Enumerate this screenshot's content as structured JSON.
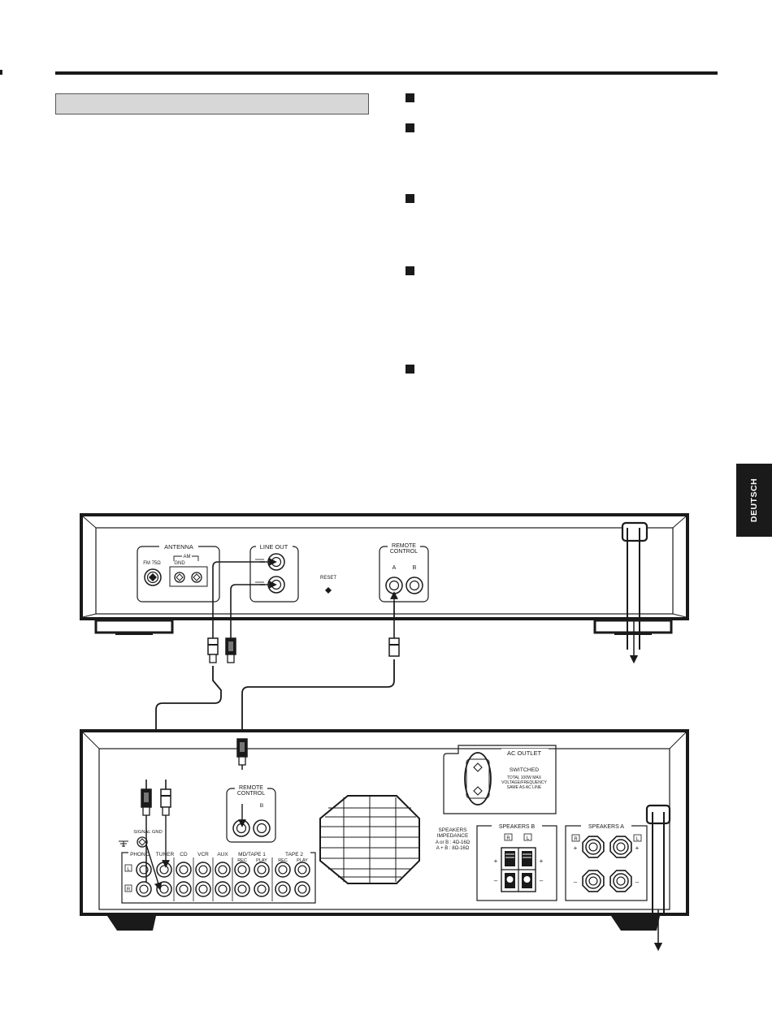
{
  "side_tab": {
    "label": "DEUTSCH"
  },
  "tuner": {
    "antenna_title": "ANTENNA",
    "fm_label": "FM 75Ω",
    "am_label": "AM",
    "gnd_label": "GND",
    "line_out_title": "LINE OUT",
    "reset_label": "RESET",
    "remote_title_1": "REMOTE",
    "remote_title_2": "CONTROL",
    "remote_a": "A",
    "remote_b": "B"
  },
  "amplifier": {
    "ac_outlet_title": "AC OUTLET",
    "ac_switched": "SWITCHED",
    "ac_line1": "TOTAL 100W MAX",
    "ac_line2": "VOLTAGE/FREQUENCY",
    "ac_line3": "SAME AS AC LINE",
    "remote_title_1": "REMOTE",
    "remote_title_2": "CONTROL",
    "remote_b": "B",
    "signal_gnd": "SIGNAL GND",
    "phono": "PHONO",
    "tuner": "TUNER",
    "cd": "CD",
    "vcr": "VCR",
    "aux": "AUX",
    "md_tape1": "MD/TAPE 1",
    "tape2": "TAPE 2",
    "rec": "REC",
    "play": "PLAY",
    "ch_l": "L",
    "ch_r": "R",
    "speakers_impedance_1": "SPEAKERS",
    "speakers_impedance_2": "IMPEDANCE",
    "impedance_line1": "A or B : 4Ω-16Ω",
    "impedance_line2": "A + B : 8Ω-16Ω",
    "speakers_b": "SPEAKERS B",
    "speakers_a": "SPEAKERS A",
    "plus": "+",
    "minus": "–"
  }
}
